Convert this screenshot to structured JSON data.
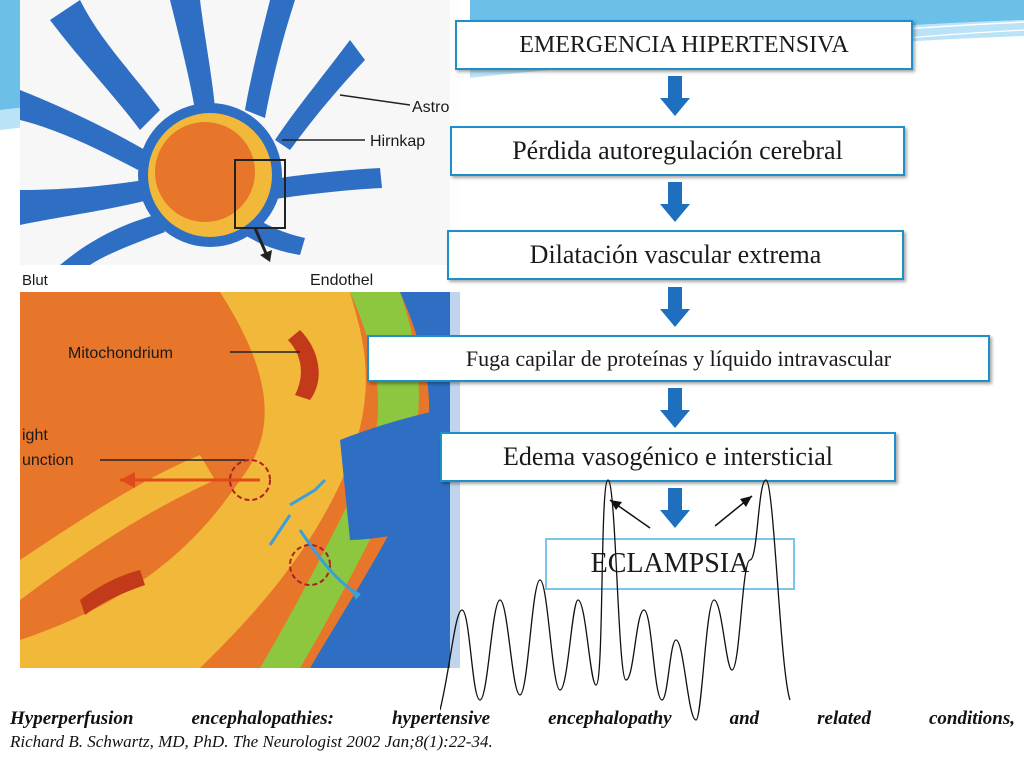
{
  "flow": {
    "steps": [
      "EMERGENCIA HIPERTENSIVA",
      "Pérdida autoregulación cerebral",
      "Dilatación vascular extrema",
      "Fuga capilar de proteínas y líquido intravascular",
      "Edema vasogénico e intersticial"
    ],
    "result": "ECLAMPSIA"
  },
  "illustration": {
    "labels": {
      "astro": "Astro",
      "hirnkap": "Hirnkap",
      "blut": "Blut",
      "endothel": "Endothel",
      "mitochondrium": "Mitochondrium",
      "tight": "ight",
      "junction": "unction"
    }
  },
  "citation": {
    "title": "Hyperperfusion encephalopathies: hypertensive encephalopathy and related conditions,",
    "source": "Richard B. Schwartz, MD, PhD. The Neurologist 2002 Jan;8(1):22-34."
  },
  "colors": {
    "box_border": "#1f8fc9",
    "arrow": "#1f6fbf",
    "astrocyte": "#2e6fc4",
    "cell": "#e8762a",
    "vessel": "#f2b83a"
  }
}
